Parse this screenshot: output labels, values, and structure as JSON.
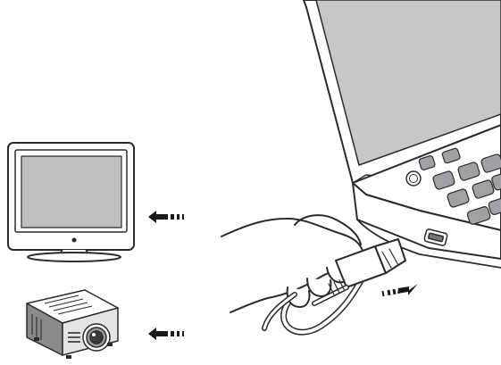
{
  "diagram": {
    "devices": [
      {
        "name": "tv-monitor",
        "icon": "monitor-icon"
      },
      {
        "name": "projector",
        "icon": "projector-icon"
      },
      {
        "name": "laptop",
        "icon": "laptop-icon"
      }
    ],
    "arrows": [
      {
        "name": "arrow-to-monitor",
        "direction": "left"
      },
      {
        "name": "arrow-to-projector",
        "direction": "left"
      },
      {
        "name": "arrow-to-laptop-port",
        "direction": "right"
      }
    ],
    "colors": {
      "line": "#2b2b2b",
      "screen_fill": "#bfc0c2",
      "laptop_screen_fill": "#c6c7c9",
      "key_fill": "#9fa1a4",
      "projector_dark": "#555555",
      "paper": "#ffffff"
    }
  }
}
